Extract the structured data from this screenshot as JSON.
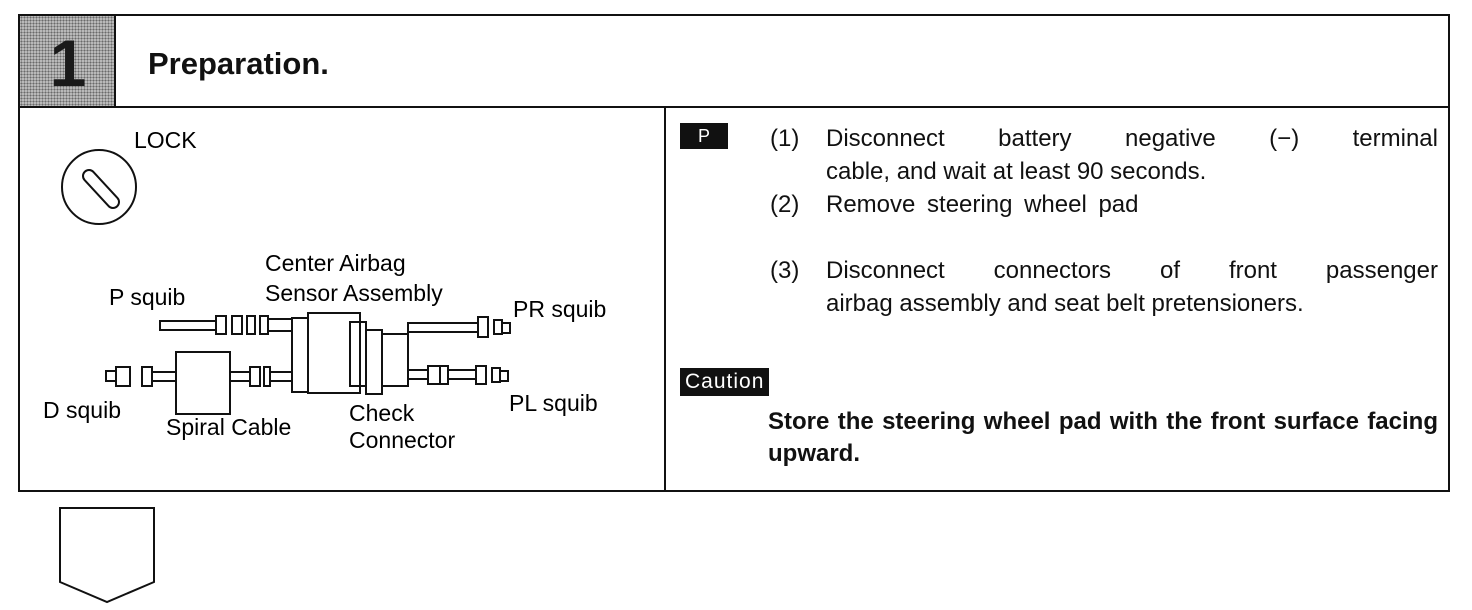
{
  "step": {
    "number": "1",
    "title": "Preparation."
  },
  "illustration": {
    "lock_label": "LOCK",
    "center_label_1": "Center Airbag",
    "center_label_2": "Sensor Assembly",
    "p_squib": "P squib",
    "pr_squib": "PR squib",
    "d_squib": "D squib",
    "pl_squib": "PL squib",
    "spiral_cable": "Spiral Cable",
    "check_1": "Check",
    "check_2": "Connector"
  },
  "instructions": {
    "tag": "P",
    "items": [
      {
        "num": "(1)",
        "line1": "Disconnect battery negative (−) terminal",
        "line2": "cable, and wait at least 90 seconds."
      },
      {
        "num": "(2)",
        "line1": "Remove steering wheel pad"
      },
      {
        "num": "(3)",
        "line1": "Disconnect connectors of front passenger",
        "line2": "airbag assembly and seat belt pretensioners."
      }
    ]
  },
  "caution": {
    "tag": "Caution",
    "text": "Store the steering wheel pad with the front surface facing upward."
  }
}
